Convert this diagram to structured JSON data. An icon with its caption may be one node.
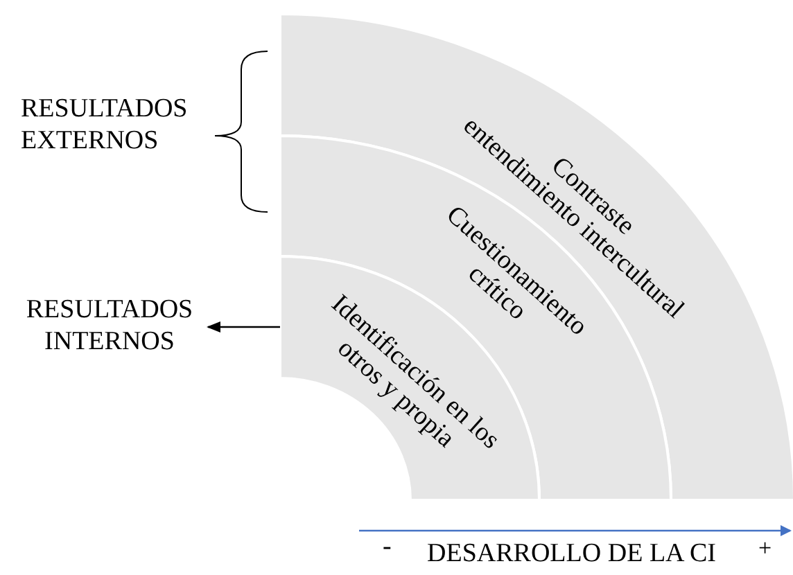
{
  "diagram": {
    "nodes": [
      {
        "text": [
          "Contraste",
          "entendimiento intercultural"
        ]
      },
      {
        "text": [
          "Cuestionamiento crítico"
        ]
      },
      {
        "text": [
          "Identificación en los otros y propia"
        ]
      },
      {
        "text": [
          "RESULTADOS INTERNOS"
        ]
      }
    ],
    "edges": [
      {
        "from": 2,
        "to": 3,
        "arrow": "to"
      }
    ],
    "labels": [
      "RESULTADOS EXTERNOS",
      "-",
      "DESARROLLO DE LA CI",
      "+"
    ]
  }
}
